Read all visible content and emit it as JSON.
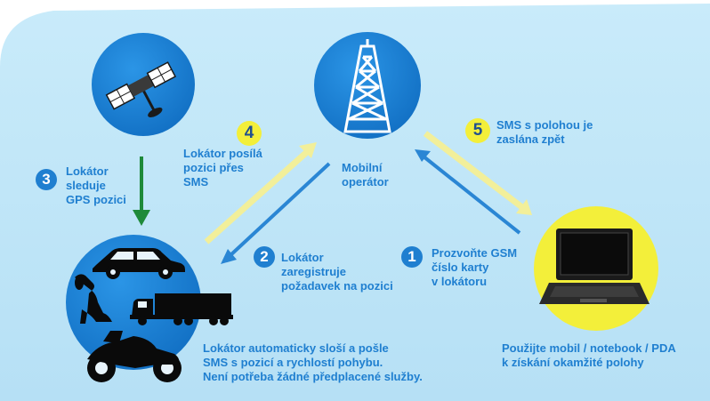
{
  "steps": {
    "s1": {
      "number": "1",
      "text_lines": [
        "Prozvoňte GSM",
        "číslo karty",
        "v lokátoru"
      ]
    },
    "s2": {
      "number": "2",
      "text_lines": [
        "Lokátor",
        "zaregistruje",
        "požadavek na pozici"
      ]
    },
    "s3": {
      "number": "3",
      "text_lines": [
        "Lokátor",
        "sleduje",
        "GPS pozici"
      ]
    },
    "s4": {
      "number": "4",
      "text_lines": [
        "Lokátor posílá",
        "pozici přes",
        "SMS"
      ]
    },
    "s5": {
      "number": "5",
      "text_lines": [
        "SMS s polohou je",
        "zaslána zpět"
      ]
    }
  },
  "operator": {
    "text_lines": [
      "Mobilní",
      "operátor"
    ]
  },
  "locator_note": {
    "text_lines": [
      "Lokátor automaticky sloší a pošle",
      "SMS s pozicí a rychlostí pohybu.",
      "Není potřeba žádné předplacené služby."
    ]
  },
  "device_note": {
    "text_lines": [
      "Použijte mobil / notebook / PDA",
      "k získání okamžité polohy"
    ]
  },
  "icons": [
    "satellite-icon",
    "tower-icon",
    "laptop-icon",
    "car-icon",
    "dog-icon",
    "truck-icon",
    "motorcycle-icon"
  ],
  "colors": {
    "background": "#bfe5f7",
    "circle_blue": "#1f7fd0",
    "circle_yellow": "#f3ef3a",
    "text_blue": "#1f7fd0",
    "arrow_green": "#1e8a3a",
    "arrow_blue": "#2a86d4",
    "arrow_yellow": "#f2ef9a"
  }
}
